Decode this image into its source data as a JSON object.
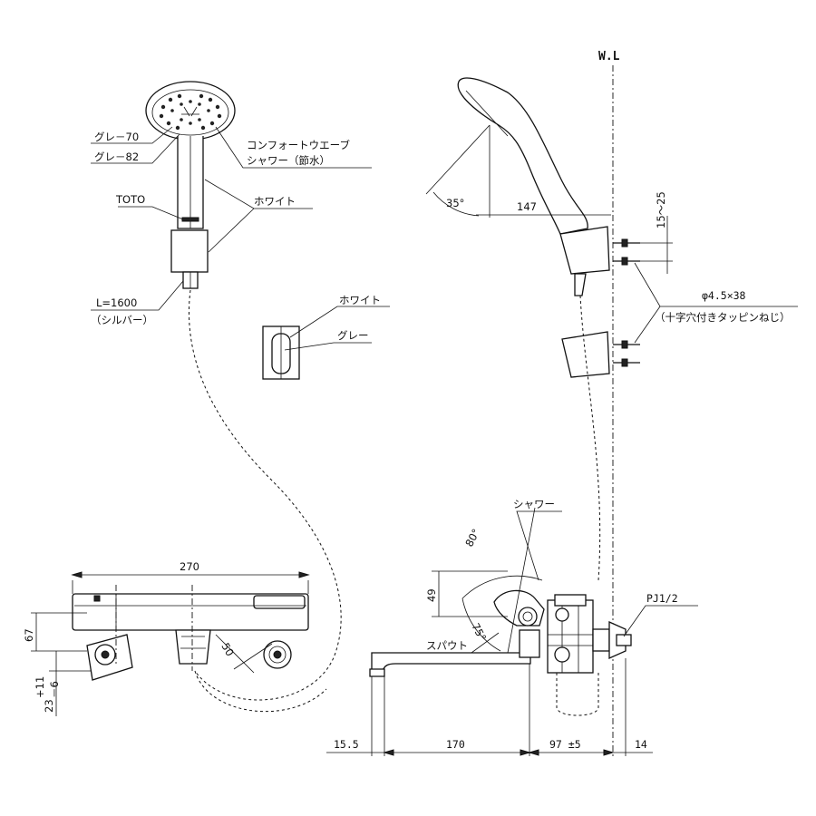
{
  "labels": {
    "wl": "W.L",
    "gray70": "グレ－70",
    "gray82": "グレ－82",
    "comfort_line1": "コンフォートウエーブ",
    "comfort_line2": "シャワー（節水）",
    "toto": "TOTO",
    "white_hose": "ホワイト",
    "hose_length": "L=1600",
    "hose_color": "（シルバー）",
    "holder_white": "ホワイト",
    "holder_gray": "グレー",
    "screw_spec": "φ4.5×38",
    "screw_desc": "（十字穴付きタッピンねじ）",
    "shower": "シャワー",
    "spout": "スパウト",
    "pj": "PJ1/2"
  },
  "dimensions": {
    "angle_35": "35°",
    "d147": "147",
    "d15_25": "15～25",
    "d270": "270",
    "angle_80": "80°",
    "d49": "49",
    "angle_75": "75°",
    "d67": "67",
    "d50": "50",
    "d23": "23",
    "tol_pos": "+11",
    "tol_neg": "－6",
    "d15_5": "15.5",
    "d170": "170",
    "d97": "97 ±5",
    "d14": "14"
  }
}
